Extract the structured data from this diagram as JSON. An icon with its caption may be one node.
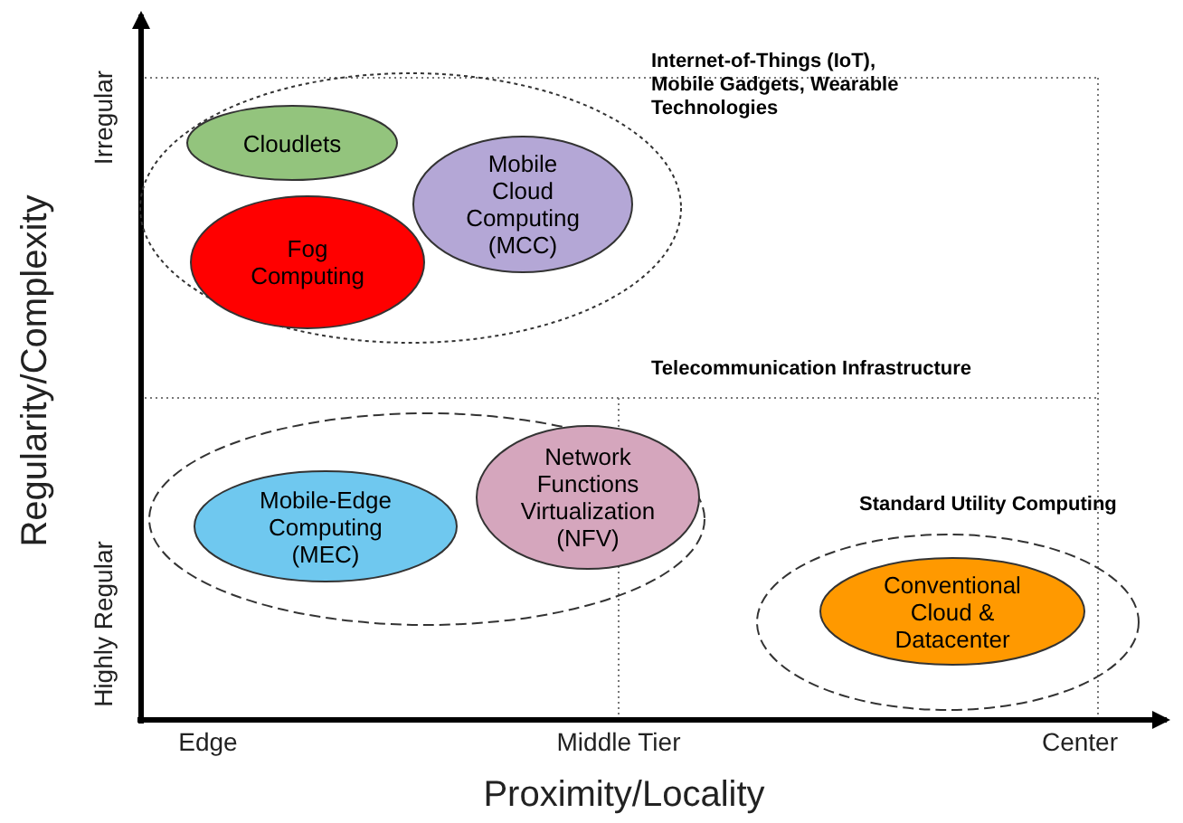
{
  "diagram": {
    "nodes": [
      {
        "text": [
          "Internet-of-Things (IoT), Mobile Gadgets, Wearable Technologies"
        ]
      },
      {
        "text": [
          "Cloudlets"
        ],
        "in": 0
      },
      {
        "text": [
          "Mobile Cloud Computing (MCC)"
        ],
        "in": 0
      },
      {
        "text": [
          "Fog Computing"
        ],
        "in": 0
      },
      {
        "text": [
          "Telecommunication Infrastructure"
        ]
      },
      {
        "text": [
          "Network Functions Virtualization (NFV)"
        ],
        "in": 4
      },
      {
        "text": [
          "Mobile-Edge Computing (MEC)"
        ],
        "in": 4
      },
      {
        "text": [
          "Standard Utility Computing"
        ]
      },
      {
        "text": [
          "Conventional Cloud & Datacenter"
        ],
        "in": 7
      }
    ],
    "edges": [],
    "labels": [
      "Irregular",
      "Regularity/Complexity",
      "Highly Regular",
      "Edge",
      "Middle Tier",
      "Center",
      "Proximity/Locality"
    ]
  }
}
